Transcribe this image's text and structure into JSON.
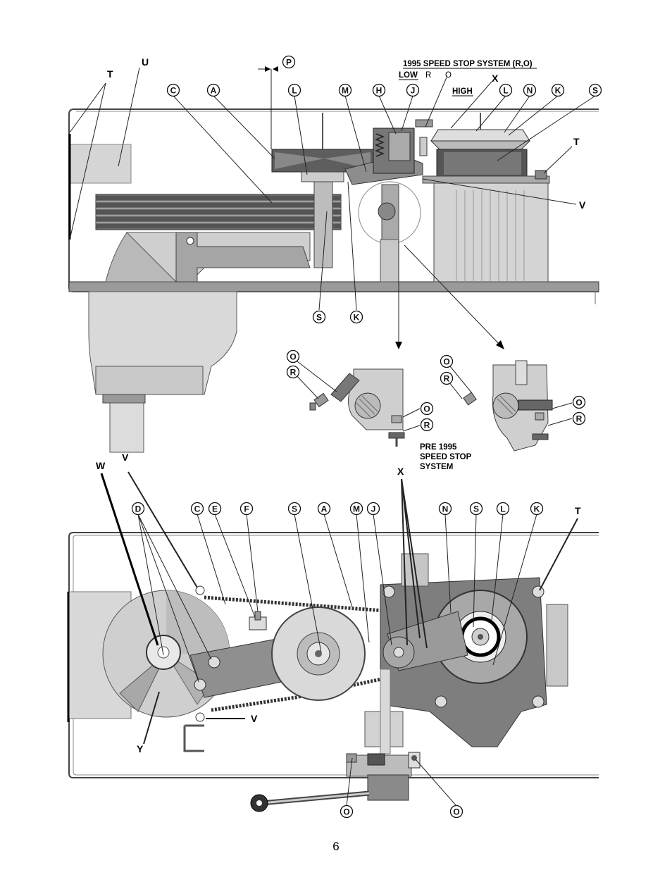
{
  "page_number": "6",
  "titles": {
    "speed_stop_1995": "1995 SPEED STOP SYSTEM (R,O)",
    "low": "LOW",
    "high": "HIGH",
    "r_small": "R",
    "o_small": "O",
    "pre1995_line1": "PRE 1995",
    "pre1995_line2": "SPEED STOP",
    "pre1995_line3": "SYSTEM"
  },
  "letters": {
    "T": "T",
    "U": "U",
    "P": "P",
    "X": "X",
    "V": "V",
    "W": "W",
    "Y": "Y",
    "A": "A",
    "C": "C",
    "D": "D",
    "E": "E",
    "F": "F",
    "H": "H",
    "J": "J",
    "K": "K",
    "L": "L",
    "M": "M",
    "N": "N",
    "O": "O",
    "R": "R",
    "S": "S"
  }
}
